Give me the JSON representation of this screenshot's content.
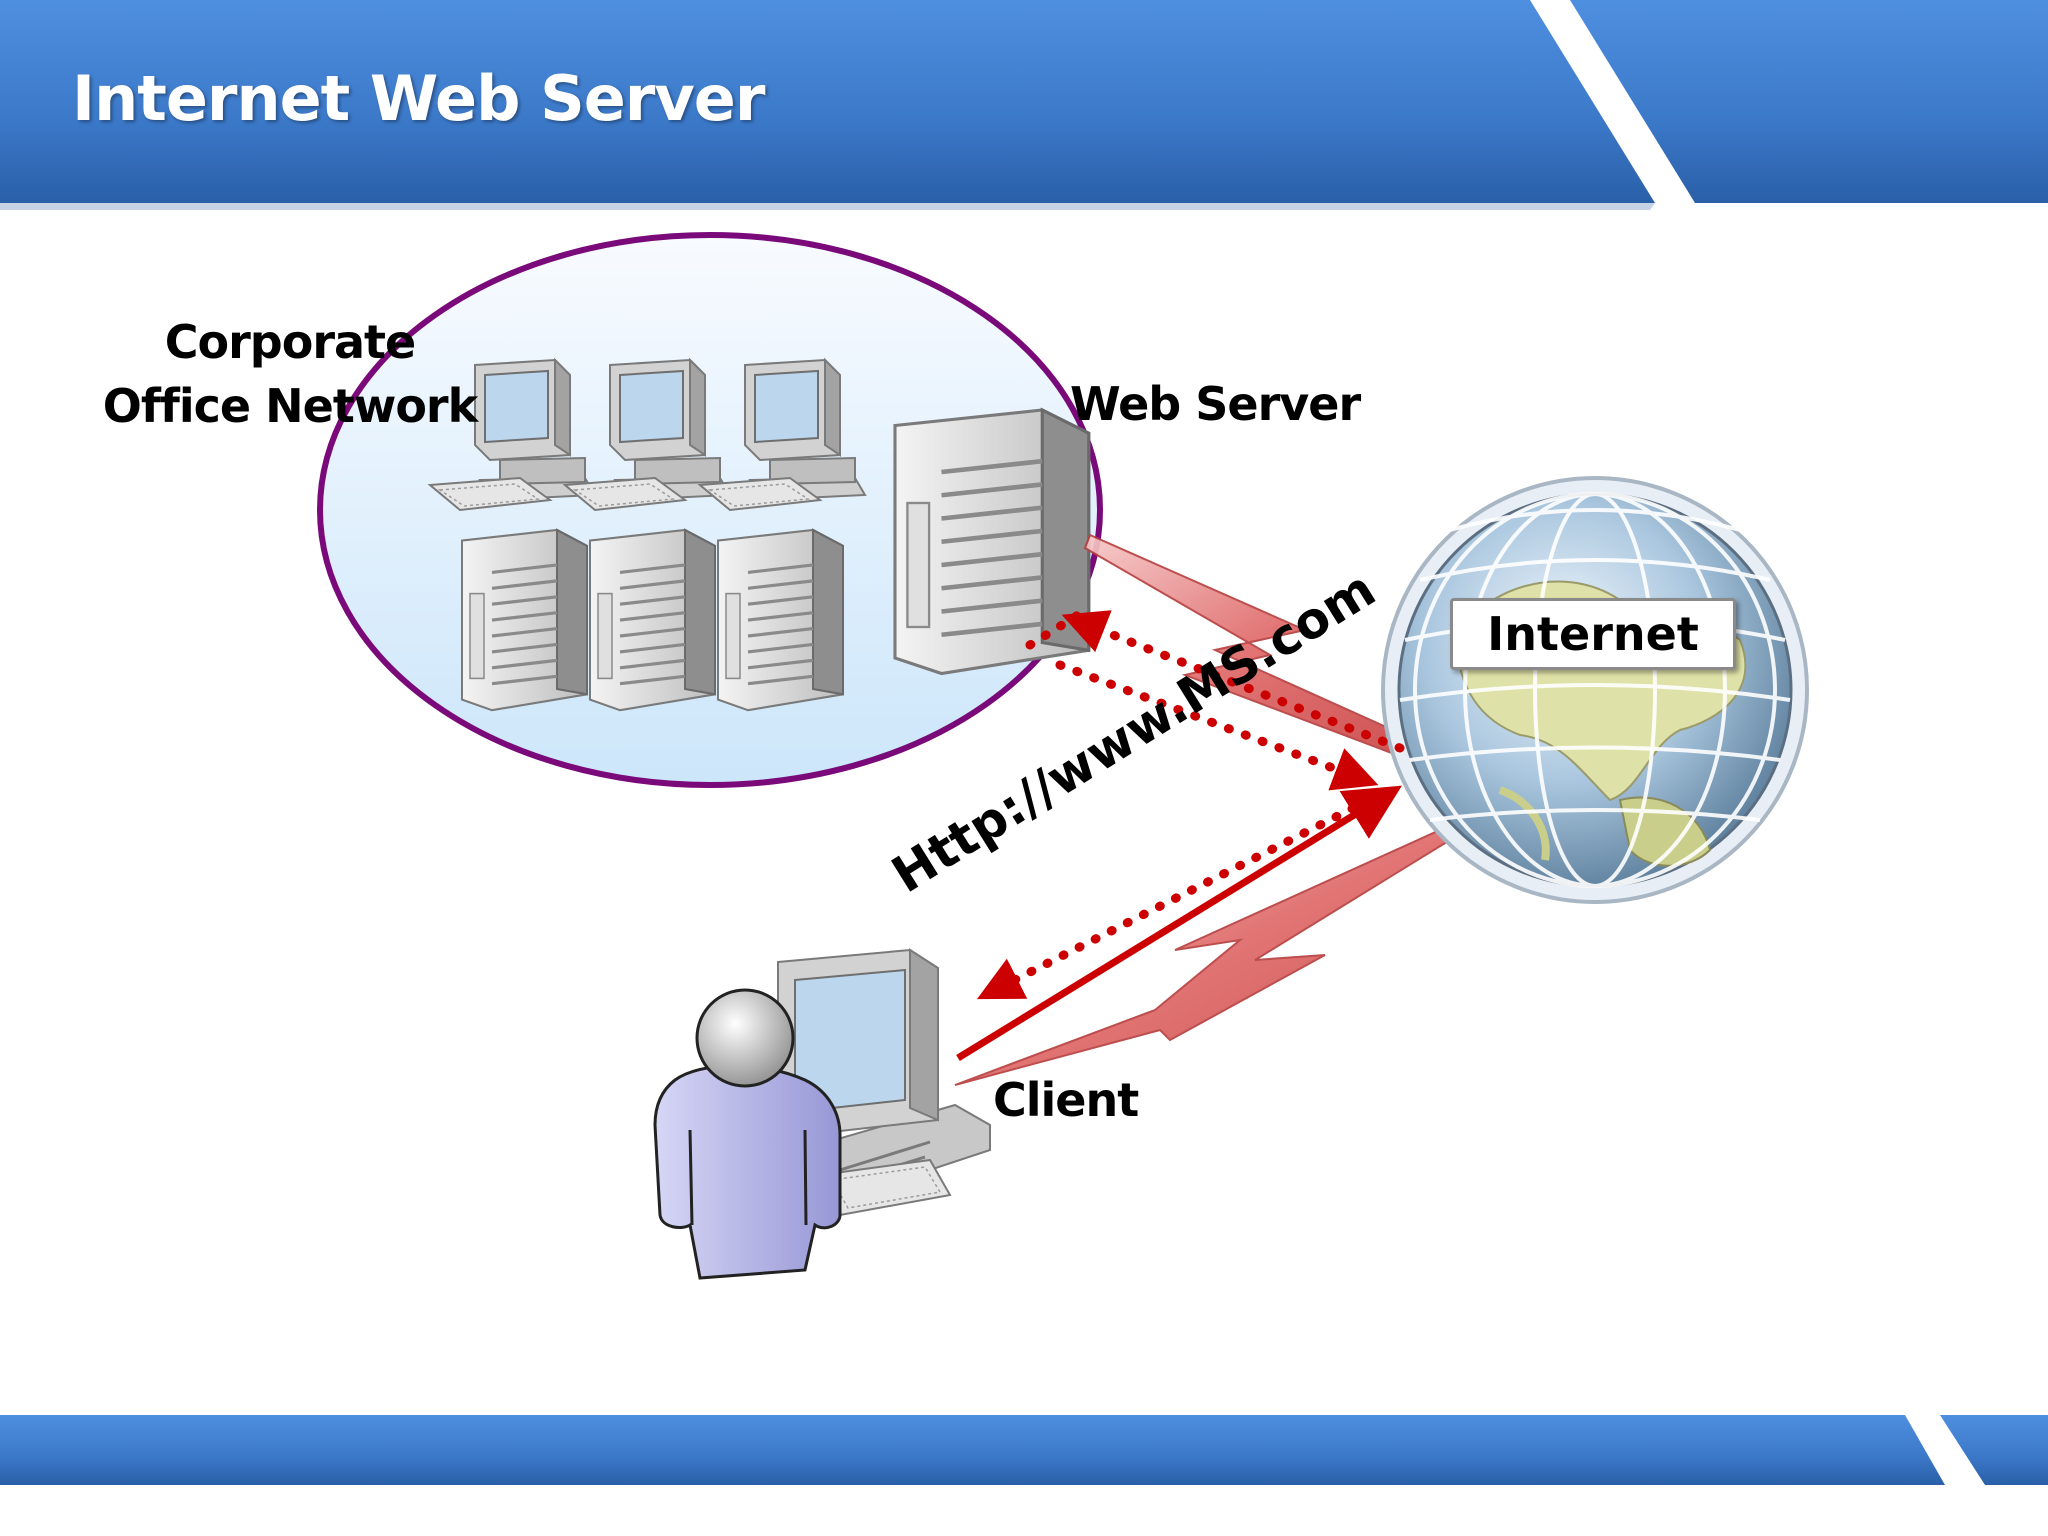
{
  "slide": {
    "title": "Internet Web Server",
    "theme_colors": {
      "banner": "#3f7fcf",
      "network_outline": "#7a0a7a",
      "link": "#cc0000"
    }
  },
  "diagram": {
    "network_label_line1": "Corporate",
    "network_label_line2": "Office Network",
    "web_server_label": "Web Server",
    "internet_label": "Internet",
    "client_label": "Client",
    "url_text": "Http://www.MS.com"
  }
}
